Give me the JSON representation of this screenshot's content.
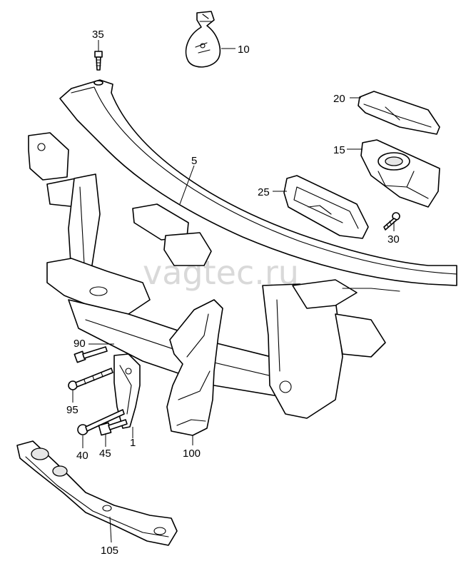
{
  "watermark": "vagtec.ru",
  "callouts": {
    "c35": "35",
    "c10": "10",
    "c20": "20",
    "c15": "15",
    "c5": "5",
    "c25": "25",
    "c30": "30",
    "c90": "90",
    "c95": "95",
    "c40": "40",
    "c45": "45",
    "c1": "1",
    "c100": "100",
    "c105": "105"
  }
}
